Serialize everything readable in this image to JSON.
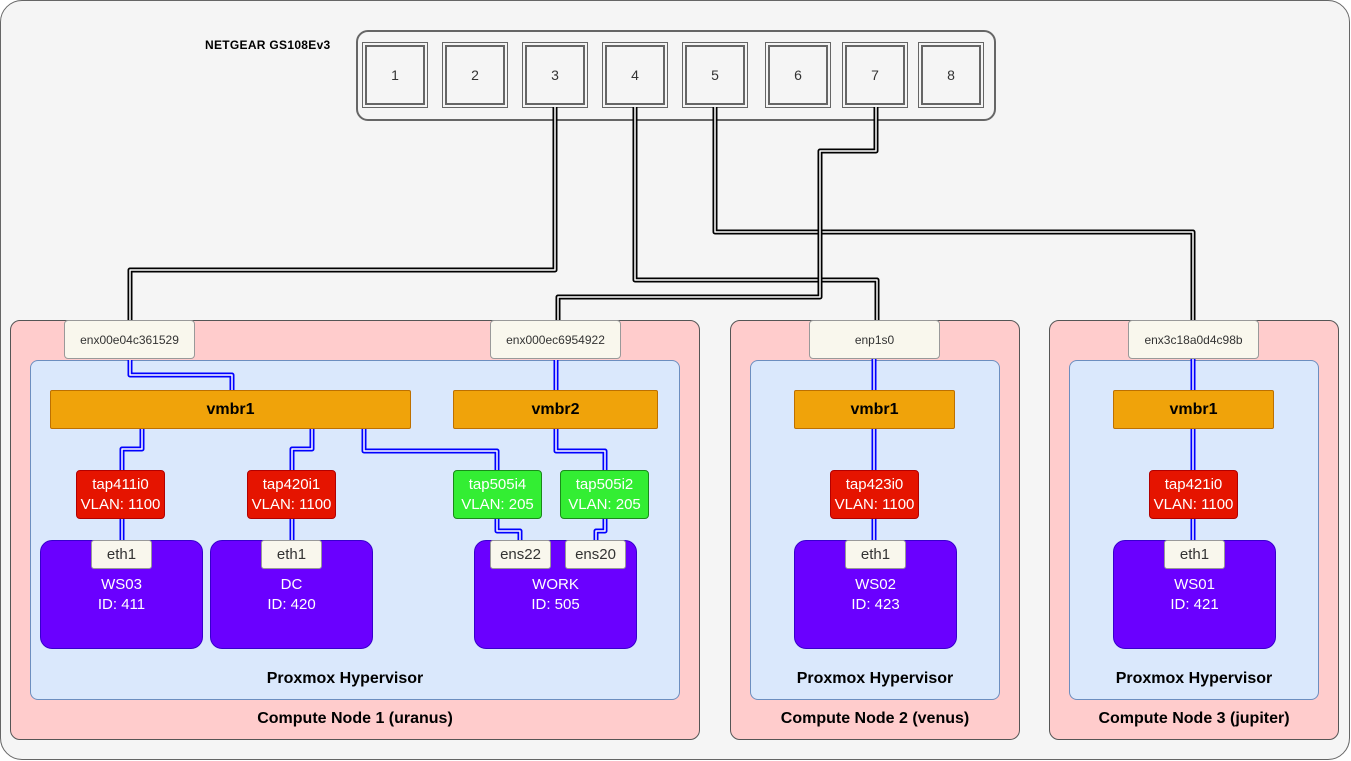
{
  "switch": {
    "label": "NETGEAR GS108Ev3",
    "ports": [
      "1",
      "2",
      "3",
      "4",
      "5",
      "6",
      "7",
      "8"
    ]
  },
  "nodes": [
    {
      "label": "Compute Node 1 (uranus)",
      "hypervisor": "Proxmox Hypervisor",
      "nics": [
        "enx00e04c361529",
        "enx000ec6954922"
      ],
      "bridges": [
        "vmbr1",
        "vmbr2"
      ],
      "taps": [
        {
          "name": "tap411i0",
          "vlan": "VLAN: 1100",
          "color": "#e51400"
        },
        {
          "name": "tap420i1",
          "vlan": "VLAN: 1100",
          "color": "#e51400"
        },
        {
          "name": "tap505i4",
          "vlan": "VLAN: 205",
          "color": "#33ee33"
        },
        {
          "name": "tap505i2",
          "vlan": "VLAN: 205",
          "color": "#33ee33"
        }
      ],
      "vms": [
        {
          "name": "WS03",
          "id": "ID: 411",
          "ifaces": [
            "eth1"
          ]
        },
        {
          "name": "DC",
          "id": "ID: 420",
          "ifaces": [
            "eth1"
          ]
        },
        {
          "name": "WORK",
          "id": "ID: 505",
          "ifaces": [
            "ens22",
            "ens20"
          ]
        }
      ]
    },
    {
      "label": "Compute Node 2 (venus)",
      "hypervisor": "Proxmox Hypervisor",
      "nics": [
        "enp1s0"
      ],
      "bridges": [
        "vmbr1"
      ],
      "taps": [
        {
          "name": "tap423i0",
          "vlan": "VLAN: 1100",
          "color": "#e51400"
        }
      ],
      "vms": [
        {
          "name": "WS02",
          "id": "ID: 423",
          "ifaces": [
            "eth1"
          ]
        }
      ]
    },
    {
      "label": "Compute Node 3 (jupiter)",
      "hypervisor": "Proxmox Hypervisor",
      "nics": [
        "enx3c18a0d4c98b"
      ],
      "bridges": [
        "vmbr1"
      ],
      "taps": [
        {
          "name": "tap421i0",
          "vlan": "VLAN: 1100",
          "color": "#e51400"
        }
      ],
      "vms": [
        {
          "name": "WS01",
          "id": "ID: 421",
          "ifaces": [
            "eth1"
          ]
        }
      ]
    }
  ],
  "colors": {
    "node_bg": "#ffcccc",
    "hypervisor_bg": "#dae8fc",
    "bridge_bg": "#f0a30a",
    "tap_vlan1100": "#e51400",
    "tap_vlan205": "#33ee33",
    "vm_bg": "#6a00ff",
    "physical_cable": "#000000",
    "virtual_link": "#0000ff"
  }
}
